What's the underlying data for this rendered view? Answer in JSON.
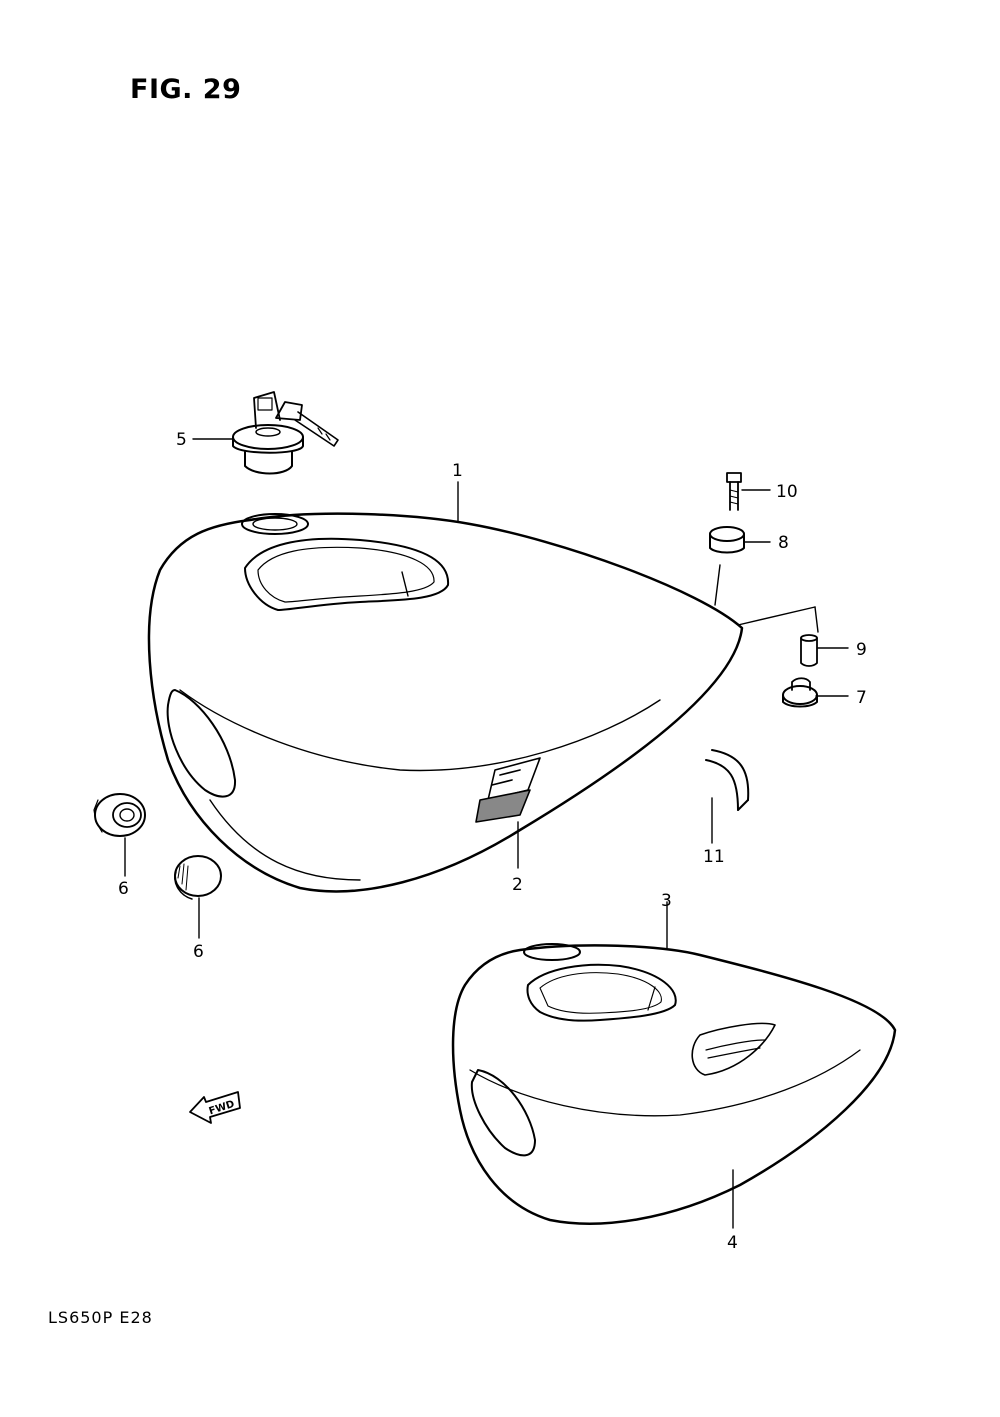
{
  "figure_title": "FIG. 29",
  "model_code": "LS650P  E28",
  "fwd_label": "FWD",
  "callouts": [
    {
      "id": "c1",
      "label": "1"
    },
    {
      "id": "c2",
      "label": "2"
    },
    {
      "id": "c3",
      "label": "3"
    },
    {
      "id": "c4",
      "label": "4"
    },
    {
      "id": "c5",
      "label": "5"
    },
    {
      "id": "c6a",
      "label": "6"
    },
    {
      "id": "c6b",
      "label": "6"
    },
    {
      "id": "c7",
      "label": "7"
    },
    {
      "id": "c8",
      "label": "8"
    },
    {
      "id": "c9",
      "label": "9"
    },
    {
      "id": "c10",
      "label": "10"
    },
    {
      "id": "c11",
      "label": "11"
    }
  ]
}
